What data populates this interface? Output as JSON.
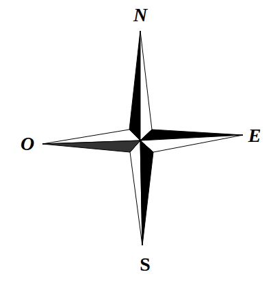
{
  "diagram": {
    "labels": [
      "N",
      "O",
      "E",
      "S"
    ]
  }
}
